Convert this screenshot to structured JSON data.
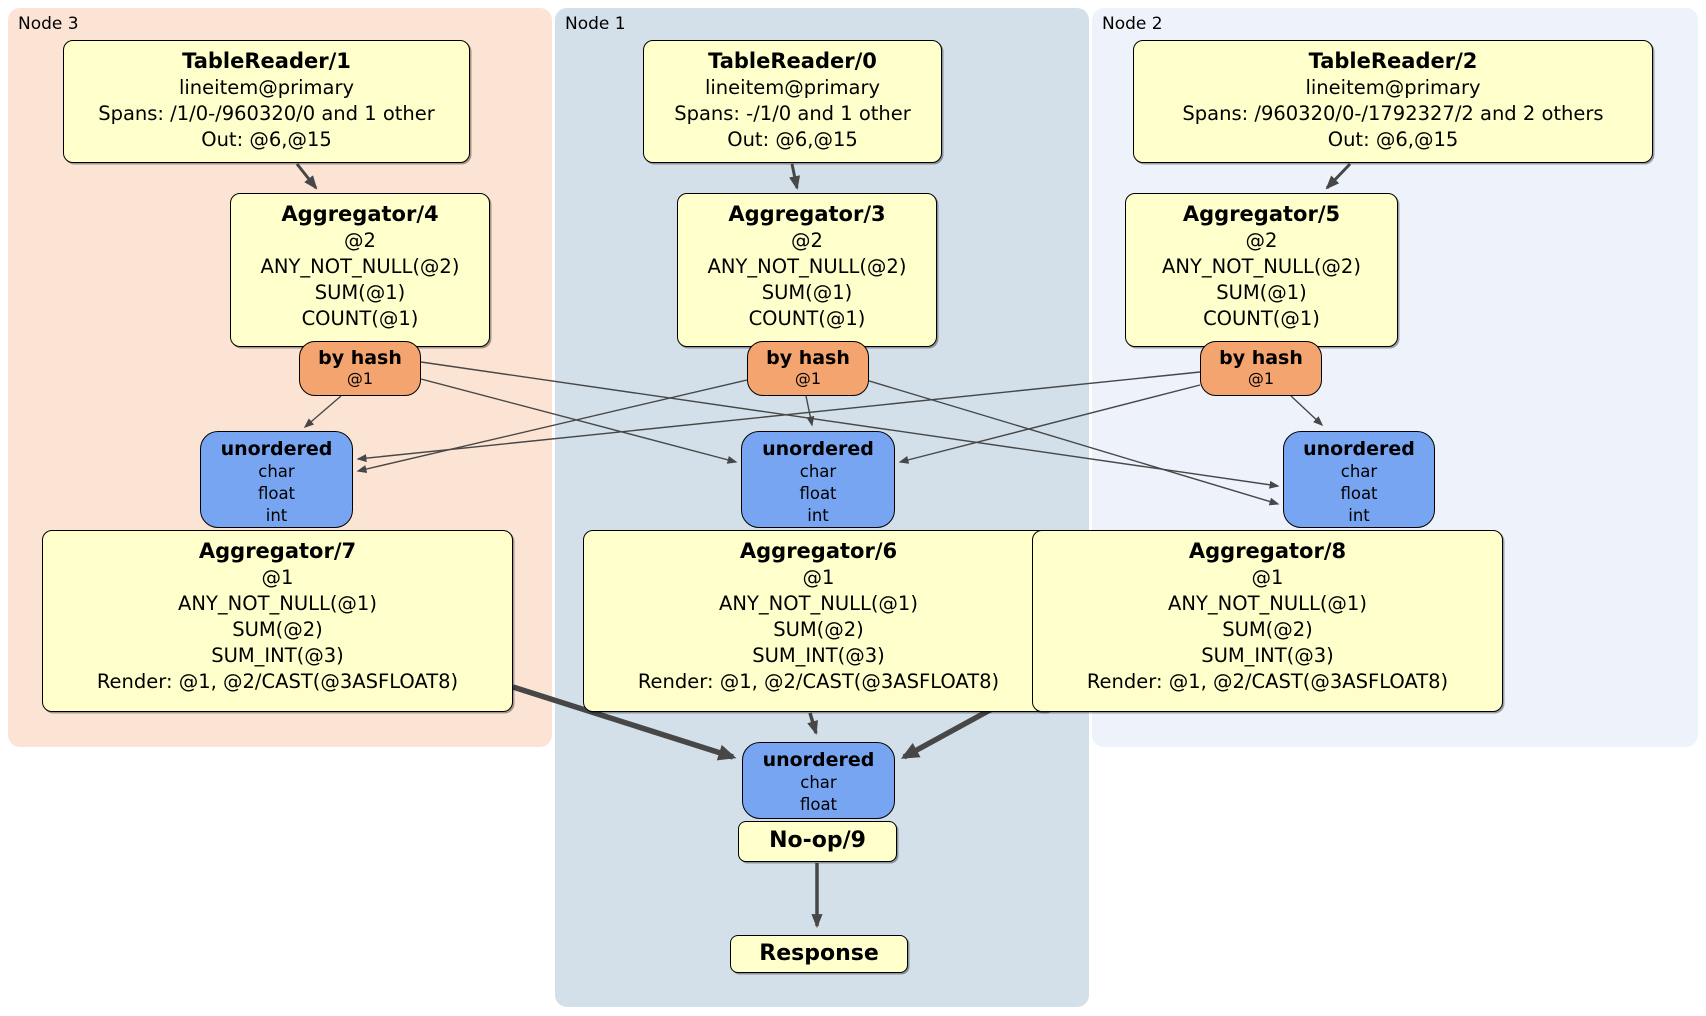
{
  "regions": [
    {
      "label": "Node 3"
    },
    {
      "label": "Node 1"
    },
    {
      "label": "Node 2"
    }
  ],
  "processors": {
    "tr1": {
      "title": "TableReader/1",
      "rows": [
        "lineitem@primary",
        "Spans: /1/0-/960320/0 and 1 other",
        "Out: @6,@15"
      ]
    },
    "tr0": {
      "title": "TableReader/0",
      "rows": [
        "lineitem@primary",
        "Spans: -/1/0 and 1 other",
        "Out: @6,@15"
      ]
    },
    "tr2": {
      "title": "TableReader/2",
      "rows": [
        "lineitem@primary",
        "Spans: /960320/0-/1792327/2 and 2 others",
        "Out: @6,@15"
      ]
    },
    "agg4": {
      "title": "Aggregator/4",
      "rows": [
        "@2",
        "ANY_NOT_NULL(@2)",
        "SUM(@1)",
        "COUNT(@1)"
      ]
    },
    "agg3": {
      "title": "Aggregator/3",
      "rows": [
        "@2",
        "ANY_NOT_NULL(@2)",
        "SUM(@1)",
        "COUNT(@1)"
      ]
    },
    "agg5": {
      "title": "Aggregator/5",
      "rows": [
        "@2",
        "ANY_NOT_NULL(@2)",
        "SUM(@1)",
        "COUNT(@1)"
      ]
    },
    "agg7": {
      "title": "Aggregator/7",
      "rows": [
        "@1",
        "ANY_NOT_NULL(@1)",
        "SUM(@2)",
        "SUM_INT(@3)",
        "Render: @1, @2/CAST(@3ASFLOAT8)"
      ]
    },
    "agg6": {
      "title": "Aggregator/6",
      "rows": [
        "@1",
        "ANY_NOT_NULL(@1)",
        "SUM(@2)",
        "SUM_INT(@3)",
        "Render: @1, @2/CAST(@3ASFLOAT8)"
      ]
    },
    "agg8": {
      "title": "Aggregator/8",
      "rows": [
        "@1",
        "ANY_NOT_NULL(@1)",
        "SUM(@2)",
        "SUM_INT(@3)",
        "Render: @1, @2/CAST(@3ASFLOAT8)"
      ]
    },
    "noop": {
      "title": "No-op/9"
    },
    "response": {
      "title": "Response"
    }
  },
  "routers": [
    {
      "label": "by hash",
      "detail": "@1"
    },
    {
      "label": "by hash",
      "detail": "@1"
    },
    {
      "label": "by hash",
      "detail": "@1"
    }
  ],
  "syncs": [
    {
      "label": "unordered",
      "types": [
        "char",
        "float",
        "int"
      ]
    },
    {
      "label": "unordered",
      "types": [
        "char",
        "float",
        "int"
      ]
    },
    {
      "label": "unordered",
      "types": [
        "char",
        "float",
        "int"
      ]
    },
    {
      "label": "unordered",
      "types": [
        "char",
        "float"
      ]
    }
  ],
  "colors": {
    "node3_bg": "#fce4d4",
    "node1_bg": "#d3e0ea",
    "node2_bg": "#edf2fb",
    "processor_bg": "#ffffcc",
    "router_bg": "#f4a46e",
    "sync_bg": "#78a5f1",
    "edge": "#474747"
  }
}
